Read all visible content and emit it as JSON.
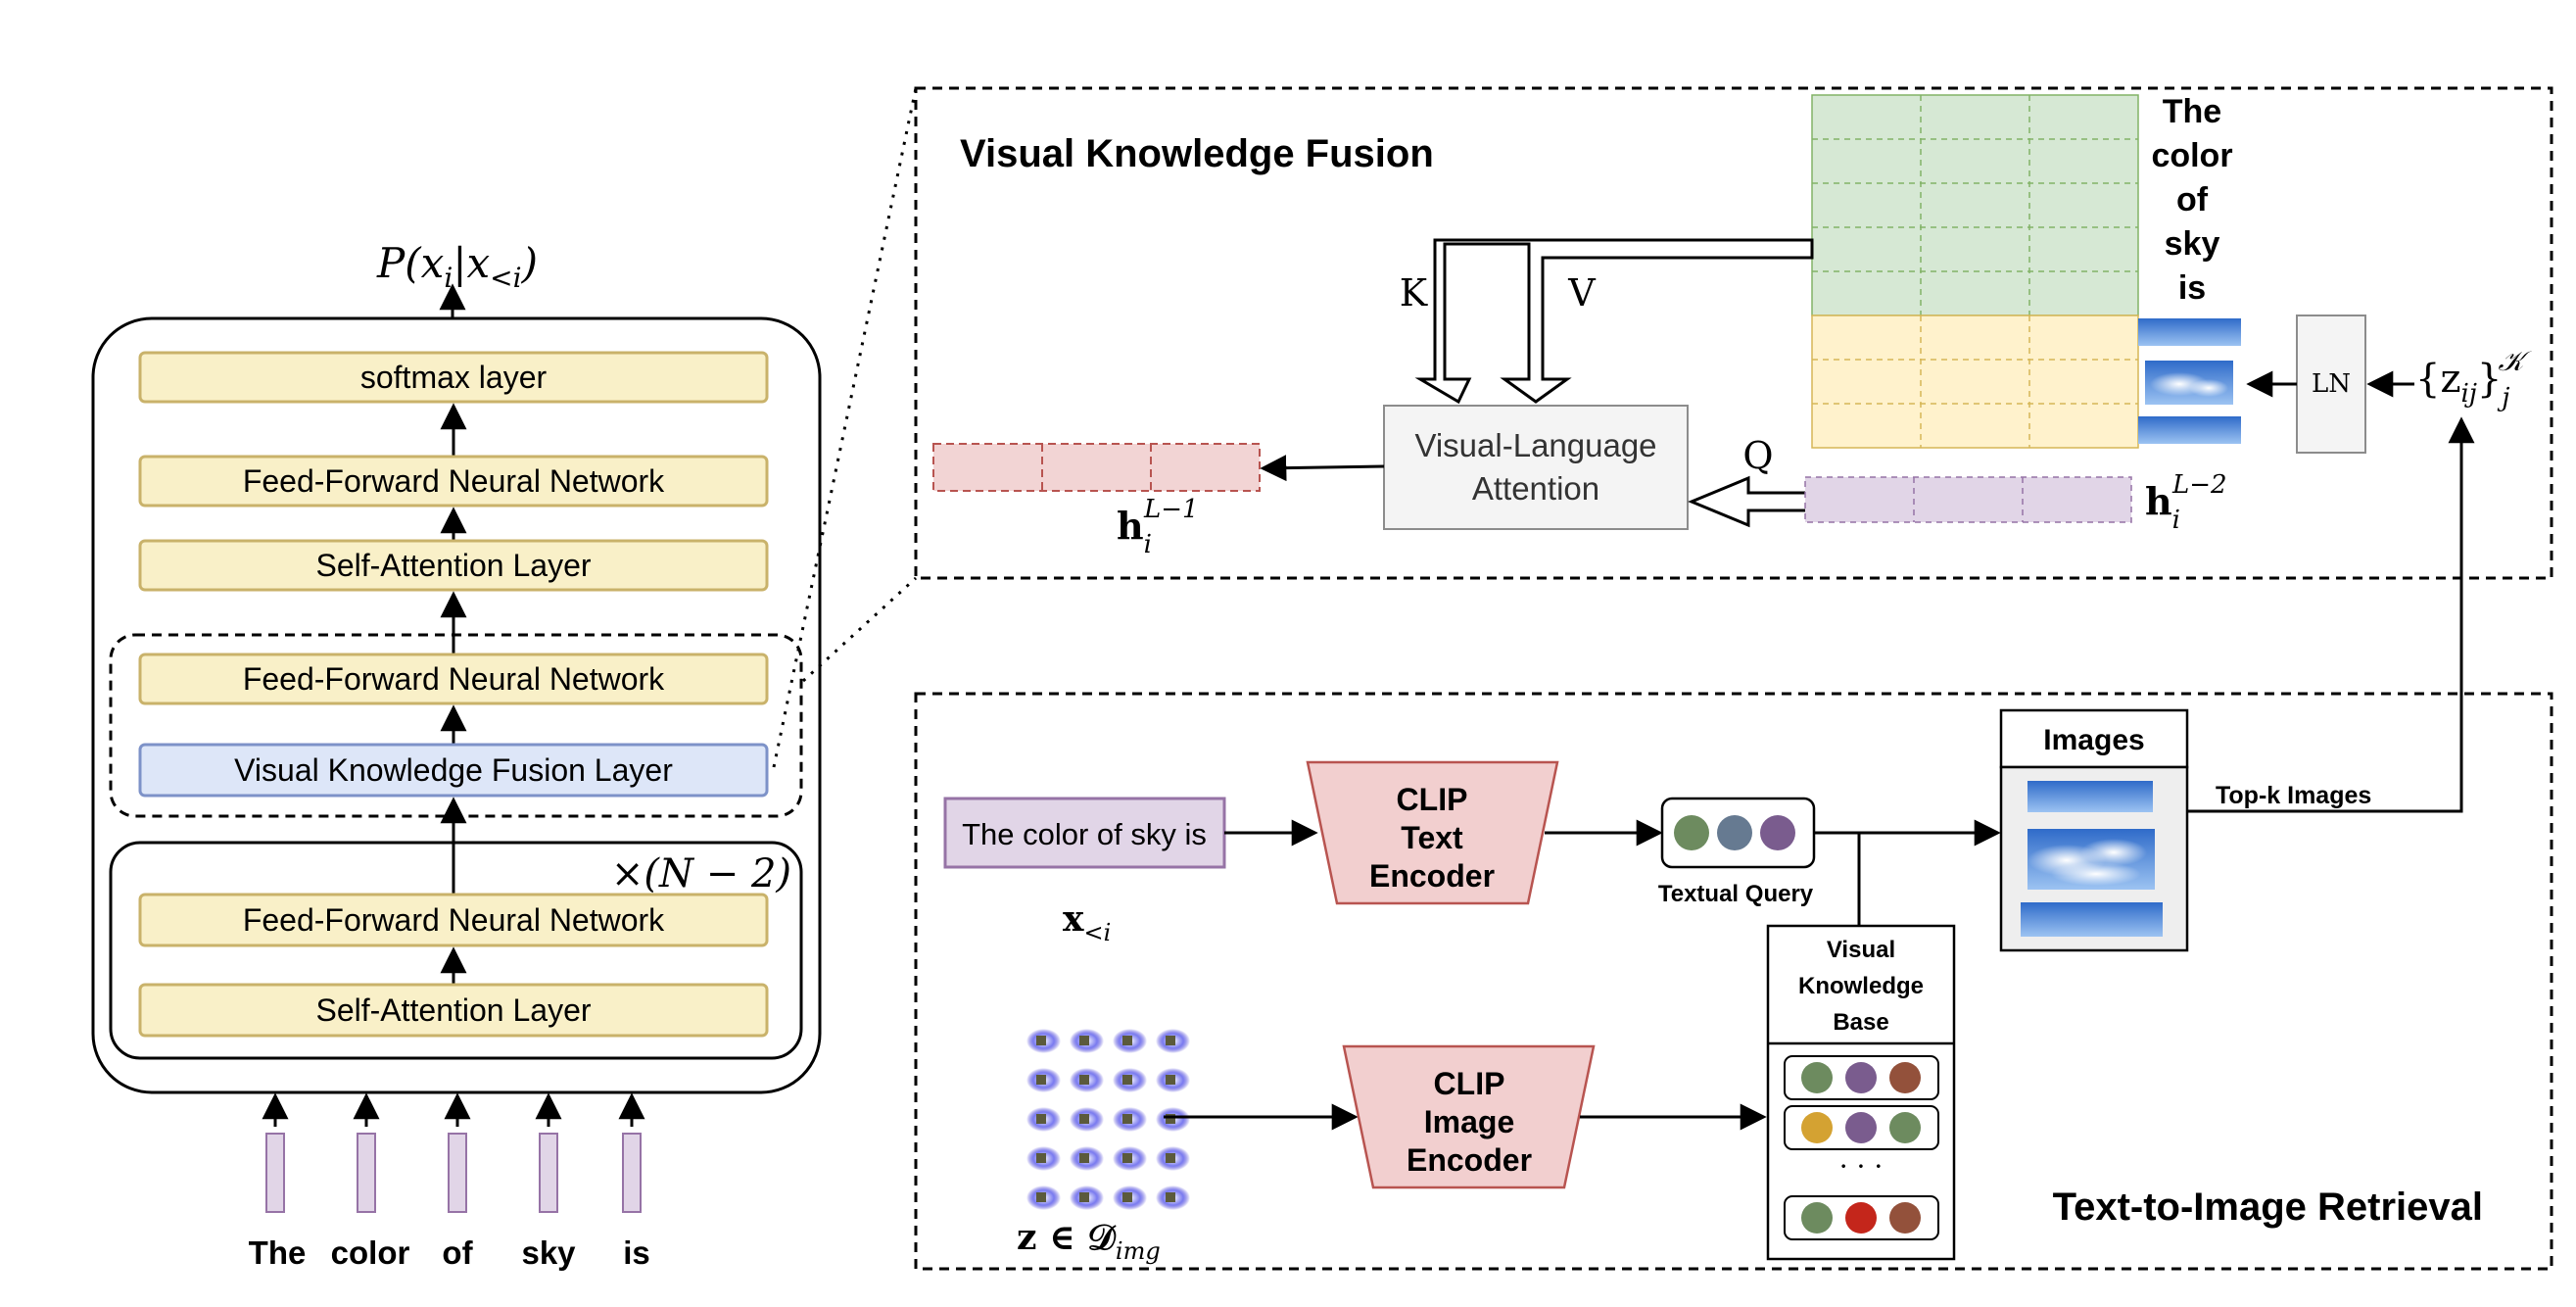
{
  "left": {
    "output_prob": "P(x",
    "output_prob_sub_i": "i",
    "output_prob_bar": "|x",
    "output_prob_sub_lt": "<i",
    "output_prob_close": ")",
    "layers": {
      "softmax": "softmax layer",
      "ffn_top": "Feed-Forward Neural Network",
      "sa_top": "Self-Attention Layer",
      "ffn_mid": "Feed-Forward Neural Network",
      "vkf": "Visual Knowledge Fusion Layer",
      "ffn_bot": "Feed-Forward Neural Network",
      "sa_bot": "Self-Attention Layer"
    },
    "repeat_label": "×(N − 2)",
    "tokens": [
      "The",
      "color",
      "of",
      "sky",
      "is"
    ]
  },
  "fusion": {
    "title": "Visual Knowledge Fusion",
    "key_label": "K",
    "value_label": "V",
    "query_label": "Q",
    "attention_line1": "Visual-Language",
    "attention_line2": "Attention",
    "h_out": "h",
    "h_out_sub": "i",
    "h_out_sup": "L−1",
    "h_in": "h",
    "h_in_sub": "i",
    "h_in_sup": "L−2",
    "context_words": [
      "The",
      "color",
      "of",
      "sky",
      "is"
    ],
    "ln_label": "LN",
    "z_set": "{z",
    "z_set_sub": "ij",
    "z_set_close": "}",
    "z_set_sub_j": "j",
    "z_set_sup": "𝒦"
  },
  "retrieval": {
    "title": "Text-to-Image Retrieval",
    "query_text": "The color of sky is",
    "query_var": "x",
    "query_var_sub": "<i",
    "text_encoder": [
      "CLIP",
      "Text",
      "Encoder"
    ],
    "image_encoder": [
      "CLIP",
      "Image",
      "Encoder"
    ],
    "textual_query_label": "Textual Query",
    "kb_title": [
      "Visual",
      "Knowledge",
      "Base"
    ],
    "kb_ellipsis": "· · ·",
    "images_title": "Images",
    "topk_label": "Top-k Images",
    "z_domain": "z ∈ 𝒟",
    "z_domain_sub": "img"
  },
  "colors": {
    "layer_yellow": "#f9f0c8",
    "layer_yellow_stroke": "#c9b26a",
    "vkf_blue": "#dde6f8",
    "vkf_blue_stroke": "#7d92c8",
    "token_purple": "#e1d5e7",
    "token_purple_stroke": "#9673a6",
    "green_cell": "#d6e8d4",
    "yellow_cell": "#fff2cc",
    "red_cell": "#f2d4d4",
    "encoder_fill": "#f2cfcf",
    "dot_green": "#6d8b5f",
    "dot_blue": "#667a91",
    "dot_purple": "#7a5c8e",
    "dot_brown": "#93513b",
    "dot_yellow": "#d4a232",
    "dot_red": "#c4261b",
    "sky": "#5f8fd6"
  }
}
